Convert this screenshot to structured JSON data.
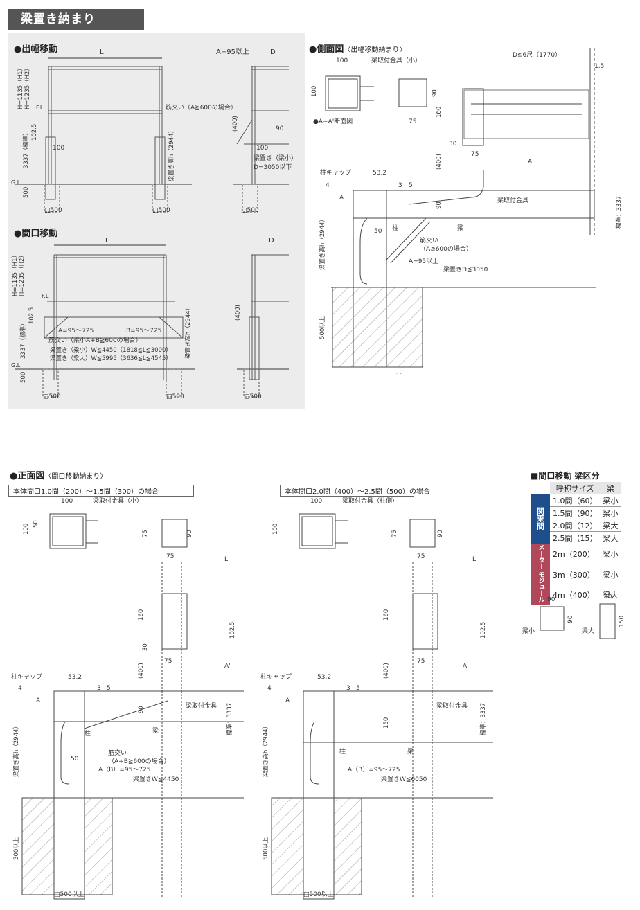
{
  "header": {
    "title": "梁置き納まり"
  },
  "sections": {
    "width_move": "●出幅移動",
    "frontage_move": "●間口移動",
    "side_view": "●側面図",
    "side_view_sub": "〈出幅移動納まり〉",
    "front_view": "●正面図",
    "front_view_sub": "〈間口移動納まり〉"
  },
  "front_cases": {
    "left": "本体間口1.0間（200）〜1.5間（300）の場合",
    "right": "本体間口2.0間（400）〜2.5間（500）の場合"
  },
  "labels": {
    "L": "L",
    "D": "D",
    "A95": "A=95以上",
    "H1": "H=1135（H1）",
    "H2": "H=1235（H2）",
    "FL": "F.L",
    "GL": "G.L",
    "v102_5": "102.5",
    "v3337std": "3337（標準）",
    "v100": "100",
    "v500": "500",
    "sq500": "□500",
    "v400p": "(400)",
    "v90": "90",
    "brace600": "筋交い（A≧600の場合）",
    "h2944": "梁置き高h（2944）",
    "small_beam": "梁置き（梁小）",
    "D3050": "D=3050以下",
    "A95_725": "A=95〜725",
    "B95_725": "B=95〜725",
    "brace_ab": "筋交い（梁小A+B≧600の場合）",
    "w_small": "梁置き（梁小）W≦4450（1818≦L≦3000）",
    "w_large": "梁置き（梁大）W≦5995（3636≦L≦4545）",
    "fitting_small": "梁取付金具（小）",
    "fitting_post": "梁取付金具（柱側）",
    "section_aa": "●A−A'断面図",
    "D6": "D≦6尺（1770）",
    "v1_5": "1.5",
    "v75": "75",
    "v160": "160",
    "v30": "30",
    "post_cap": "柱キャップ",
    "v53_2": "53.2",
    "v4": "4",
    "v3": "3",
    "v5": "5",
    "A": "A",
    "A_prime": "A'",
    "col_fitting": "梁取付金具",
    "beam": "梁",
    "post": "柱",
    "v50": "50",
    "brace600b": "筋交い",
    "brace600c": "（A≧600の場合）",
    "A95b": "A=95以上",
    "beamD": "梁置きD≦3050",
    "std3337": "標準：3337",
    "h2944b": "梁置き高h（2944）",
    "v500up": "500以上",
    "sq500up": "□500以上",
    "v150": "150",
    "brace_abl": "筋交い",
    "brace_abl2": "（A+B≧600の場合）",
    "AB95": "A（B）=95〜725",
    "W4450": "梁置きW≦4450",
    "W6050": "梁置きW≦6050",
    "v102_5b": "102.5",
    "v400b": "(400)"
  },
  "beam_table": {
    "title": "■間口移動 梁区分",
    "headers": [
      "呼称サイズ",
      "梁"
    ],
    "groups": [
      {
        "name": "関東間",
        "color": "#1f4e8c",
        "rows": [
          [
            "1.0間（60）",
            "梁小"
          ],
          [
            "1.5間（90）",
            "梁小"
          ],
          [
            "2.0間（12）",
            "梁大"
          ],
          [
            "2.5間（15）",
            "梁大"
          ]
        ]
      },
      {
        "name": "メーター モジュール",
        "color": "#b0485a",
        "rows": [
          [
            "2m（200）",
            "梁小"
          ],
          [
            "3m（300）",
            "梁小"
          ],
          [
            "4m（400）",
            "梁大"
          ]
        ]
      }
    ]
  },
  "beam_sections": {
    "small": {
      "label": "梁小",
      "w": "90",
      "h": "90"
    },
    "large": {
      "label": "梁大",
      "w": "80",
      "h": "150"
    }
  }
}
